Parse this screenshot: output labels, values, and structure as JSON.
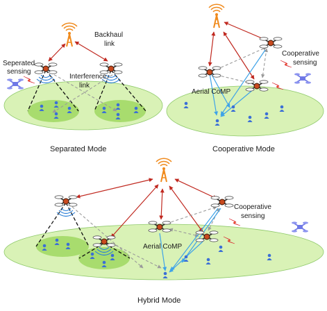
{
  "figure": {
    "separated": {
      "caption": "Separated Mode",
      "backhaul_label_line1": "Backhaul",
      "backhaul_label_line2": "link",
      "sensing_label_line1": "Seperated",
      "sensing_label_line2": "sensing",
      "interference_label_line1": "Interference",
      "interference_label_line2": "link"
    },
    "cooperative": {
      "caption": "Cooperative Mode",
      "comp_label": "Aerial CoMP",
      "sensing_label_line1": "Cooperative",
      "sensing_label_line2": "sensing"
    },
    "hybrid": {
      "caption": "Hybrid Mode",
      "comp_label": "Aerial CoMP",
      "sensing_label_line1": "Cooperative",
      "sensing_label_line2": "sensing"
    }
  },
  "icons": {
    "tower": "cell-tower-icon",
    "uav": "uav-icon",
    "drone_target": "drone-target-icon",
    "user": "user-icon",
    "sensing": "lightning-icon"
  },
  "colors": {
    "ground": "#d9f2b6",
    "ground_stroke": "#8ec96a",
    "coverage": "#a8dc6e",
    "backhaul": "#c0281f",
    "interference": "#9a9a9a",
    "comp": "#3fa3e8",
    "user": "#3b6fd6",
    "tower": "#f08a1c",
    "target": "#6f78e6",
    "lightning": "#ff6a00"
  }
}
